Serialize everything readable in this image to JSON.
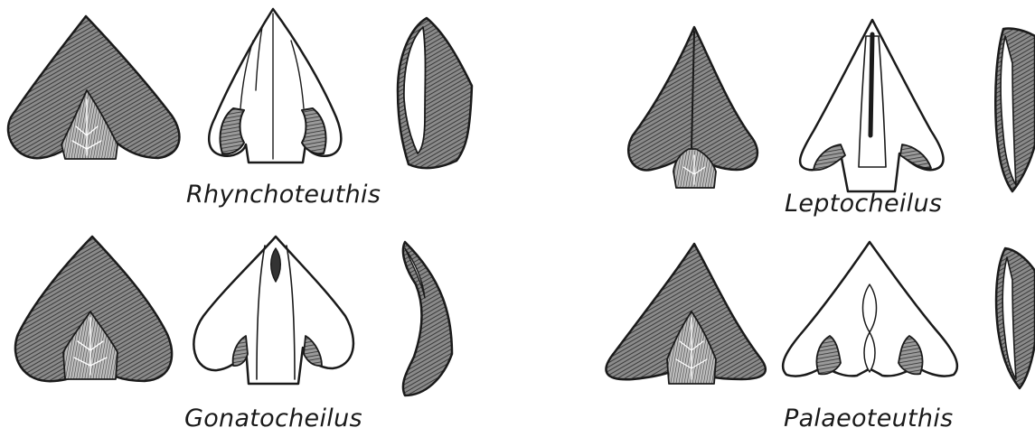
{
  "labels": {
    "rhynchoteuthis": "Rhynchoteuthis",
    "leptocheilus": "Leptocheilus",
    "gonatocheilus": "Gonatocheilus",
    "palaeoteuthis": "Palaeoteuthis"
  },
  "colors": {
    "hatch_fill": "#6e6e6e",
    "ink": "#1a1a1a",
    "paper": "#ffffff"
  }
}
